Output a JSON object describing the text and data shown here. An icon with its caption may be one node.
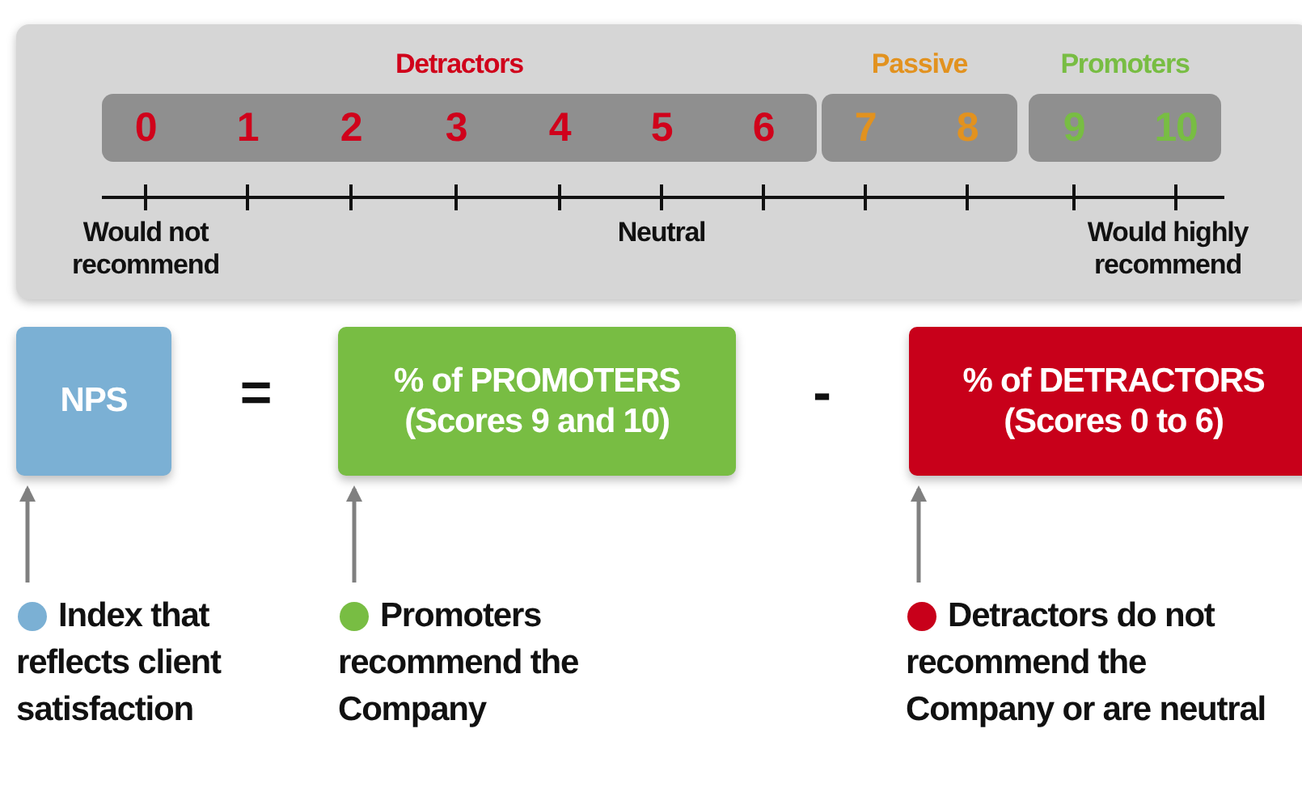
{
  "diagram": {
    "nodes": [
      {
        "text": [],
        "shape": "box"
      },
      {
        "text": [
          "Detractors",
          "0",
          "1",
          "2",
          "3",
          "4",
          "5",
          "6"
        ],
        "in": 0
      },
      {
        "text": [
          "Passive",
          "7",
          "8"
        ],
        "in": 0
      },
      {
        "text": [
          "Promoters",
          "9",
          "10"
        ],
        "in": 0
      },
      {
        "text": [
          "NPS"
        ]
      },
      {
        "text": [
          "% of PROMOTERS (Scores 9 and 10)"
        ]
      },
      {
        "text": [
          "% of DETRACTORS (Scores 0 to 6)"
        ]
      },
      {
        "text": [
          "Index that reflects client satisfaction"
        ]
      },
      {
        "text": [
          "Promoters recommend the Company"
        ]
      },
      {
        "text": [
          "Detractors do not recommend the Company or are neutral"
        ]
      }
    ],
    "edges": [
      {
        "from": 7,
        "to": 4,
        "arrow": "to"
      },
      {
        "from": 8,
        "to": 5,
        "arrow": "to"
      },
      {
        "from": 9,
        "to": 6,
        "arrow": "to"
      }
    ],
    "labels": [
      "Would not recommend",
      "Neutral",
      "Would highly recommend",
      "=",
      "-"
    ]
  }
}
